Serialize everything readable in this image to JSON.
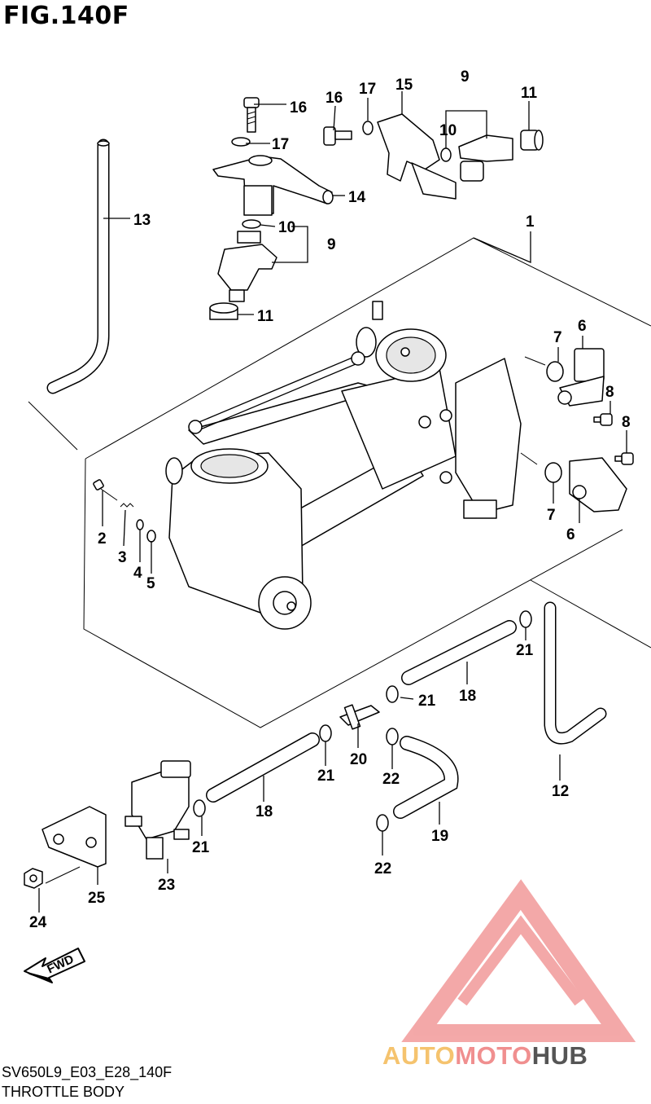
{
  "figure": {
    "title": "FIG.140F",
    "code": "SV650L9_E03_E28_140F",
    "caption": "THROTTLE BODY"
  },
  "watermark": {
    "part1": "AUTO",
    "part2": "MOTO",
    "part3": "HUB",
    "colors": {
      "auto": "#f5c36e",
      "moto": "#f08f8f",
      "hub": "#555555",
      "logo": "#f29a9a"
    }
  },
  "fwd_arrow": {
    "label": "FWD"
  },
  "callouts": [
    {
      "id": "c16a",
      "text": "16"
    },
    {
      "id": "c17a",
      "text": "17"
    },
    {
      "id": "c15",
      "text": "15"
    },
    {
      "id": "c9a",
      "text": "9"
    },
    {
      "id": "c11a",
      "text": "11"
    },
    {
      "id": "c16b",
      "text": "16"
    },
    {
      "id": "c17b",
      "text": "17"
    },
    {
      "id": "c10a",
      "text": "10"
    },
    {
      "id": "c14",
      "text": "14"
    },
    {
      "id": "c13",
      "text": "13"
    },
    {
      "id": "c10b",
      "text": "10"
    },
    {
      "id": "c9b",
      "text": "9"
    },
    {
      "id": "c11b",
      "text": "11"
    },
    {
      "id": "c1",
      "text": "1"
    },
    {
      "id": "c7a",
      "text": "7"
    },
    {
      "id": "c6a",
      "text": "6"
    },
    {
      "id": "c8a",
      "text": "8"
    },
    {
      "id": "c8b",
      "text": "8"
    },
    {
      "id": "c7b",
      "text": "7"
    },
    {
      "id": "c6b",
      "text": "6"
    },
    {
      "id": "c2",
      "text": "2"
    },
    {
      "id": "c3",
      "text": "3"
    },
    {
      "id": "c4",
      "text": "4"
    },
    {
      "id": "c5",
      "text": "5"
    },
    {
      "id": "c21a",
      "text": "21"
    },
    {
      "id": "c21b",
      "text": "21"
    },
    {
      "id": "c18a",
      "text": "18"
    },
    {
      "id": "c20",
      "text": "20"
    },
    {
      "id": "c21c",
      "text": "21"
    },
    {
      "id": "c22a",
      "text": "22"
    },
    {
      "id": "c12",
      "text": "12"
    },
    {
      "id": "c18b",
      "text": "18"
    },
    {
      "id": "c19",
      "text": "19"
    },
    {
      "id": "c21d",
      "text": "21"
    },
    {
      "id": "c22b",
      "text": "22"
    },
    {
      "id": "c23",
      "text": "23"
    },
    {
      "id": "c25",
      "text": "25"
    },
    {
      "id": "c24",
      "text": "24"
    }
  ]
}
